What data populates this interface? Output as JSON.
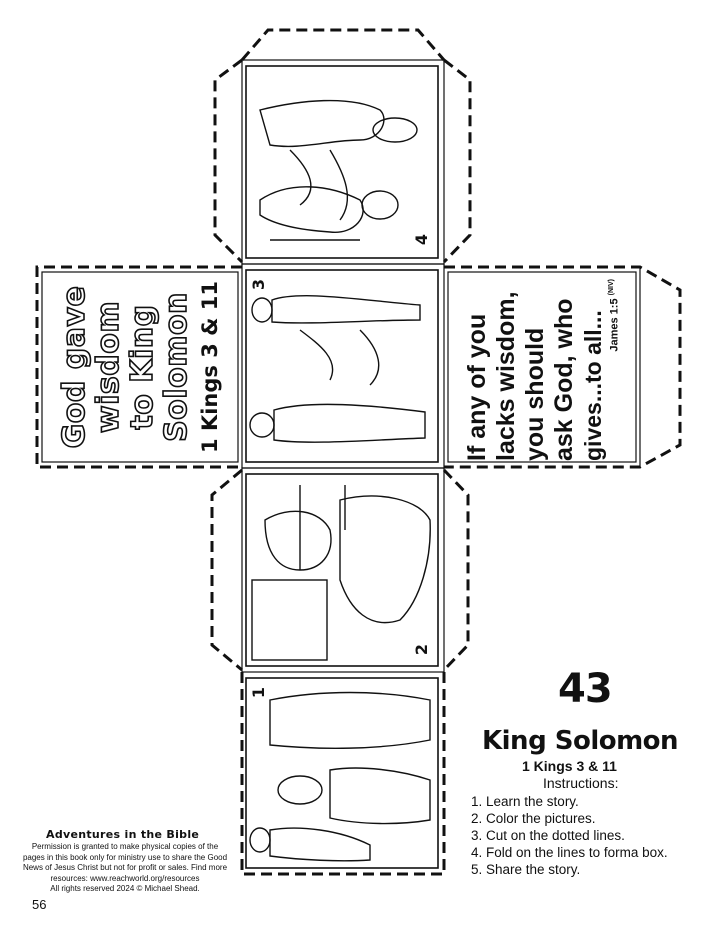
{
  "box_faces": {
    "left_panel": {
      "title_lines": [
        "God gave",
        "wisdom",
        "to King",
        "Solomon"
      ],
      "reference": "1 Kings 3 & 11"
    },
    "right_panel": {
      "verse_lines": [
        "If any of you",
        "lacks wisdom,",
        "you should",
        "ask God, who",
        "gives...to all..."
      ],
      "verse_reference": "James 1:5",
      "verse_version": "(NIV)"
    },
    "scenes": [
      {
        "number": "1"
      },
      {
        "number": "2"
      },
      {
        "number": "3"
      },
      {
        "number": "4"
      }
    ]
  },
  "lesson": {
    "number": "43",
    "title": "King Solomon",
    "reference": "1 Kings 3 & 11",
    "instructions_heading": "Instructions:",
    "instructions": [
      "1. Learn the story.",
      "2. Color the pictures.",
      "3. Cut on the dotted lines.",
      "4. Fold on the lines to forma  box.",
      "5. Share the story."
    ]
  },
  "footer": {
    "brand": "Adventures in the Bible",
    "permission_lines": [
      "Permission is granted to make physical copies of the",
      "pages in this book only for ministry use to share the Good",
      "News of Jesus Christ but not for profit or sales. Find more",
      "resources: www.reachworld.org/resources",
      "All rights reserved 2024 © Michael Shead."
    ],
    "page_number": "56"
  },
  "colors": {
    "ink": "#111111",
    "paper": "#ffffff"
  }
}
